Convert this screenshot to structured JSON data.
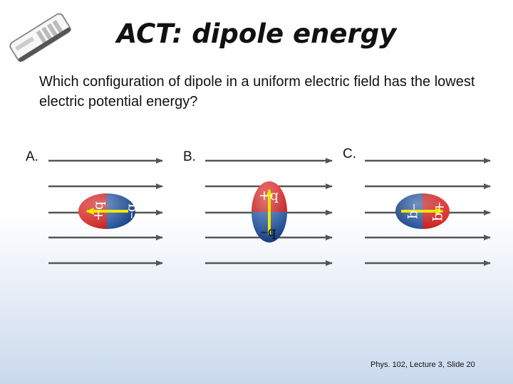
{
  "slide": {
    "title": "ACT: dipole energy",
    "question": "Which configuration of dipole in a uniform electric field has the lowest electric potential energy?",
    "footer": "Phys. 102, Lecture 3, Slide 20"
  },
  "options": [
    {
      "label": "A.",
      "charge_top": "+q",
      "charge_bottom": "–q"
    },
    {
      "label": "B.",
      "charge_top": "+q",
      "charge_bottom": "–q"
    },
    {
      "label": "C.",
      "charge_top": "–q",
      "charge_bottom": "+q"
    }
  ],
  "colors": {
    "positive": "#d42828",
    "negative": "#1f4e94",
    "dipole_arrow": "#f2e800",
    "field_line": "#555555"
  },
  "icons": [
    "clicker-remote-icon",
    "field-arrow-icon"
  ]
}
